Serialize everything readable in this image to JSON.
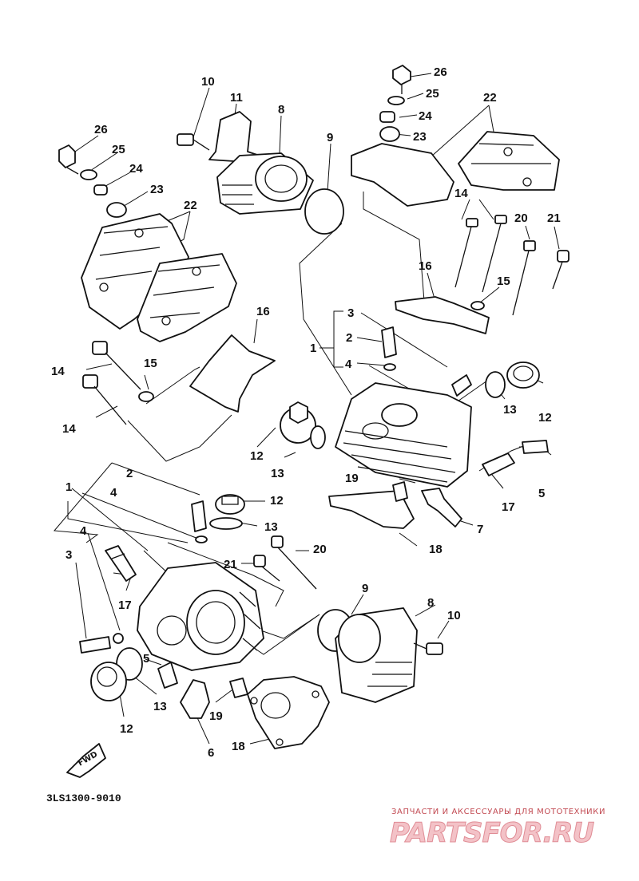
{
  "diagram": {
    "code": "3LS1300-9010",
    "fwd_label": "FWD",
    "callouts": [
      {
        "id": "c26a",
        "text": "26"
      },
      {
        "id": "c25a",
        "text": "25"
      },
      {
        "id": "c24a",
        "text": "24"
      },
      {
        "id": "c23a",
        "text": "23"
      },
      {
        "id": "c22a",
        "text": "22"
      },
      {
        "id": "c10a",
        "text": "10"
      },
      {
        "id": "c11",
        "text": "11"
      },
      {
        "id": "c8a",
        "text": "8"
      },
      {
        "id": "c9a",
        "text": "9"
      },
      {
        "id": "c26b",
        "text": "26"
      },
      {
        "id": "c25b",
        "text": "25"
      },
      {
        "id": "c24b",
        "text": "24"
      },
      {
        "id": "c23b",
        "text": "23"
      },
      {
        "id": "c22b",
        "text": "22"
      },
      {
        "id": "c14a",
        "text": "14"
      },
      {
        "id": "c20a",
        "text": "20"
      },
      {
        "id": "c21a",
        "text": "21"
      },
      {
        "id": "c16a",
        "text": "16"
      },
      {
        "id": "c15a",
        "text": "15"
      },
      {
        "id": "c3a",
        "text": "3"
      },
      {
        "id": "c2a",
        "text": "2"
      },
      {
        "id": "c1a",
        "text": "1"
      },
      {
        "id": "c4a",
        "text": "4"
      },
      {
        "id": "c13a",
        "text": "13"
      },
      {
        "id": "c12a",
        "text": "12"
      },
      {
        "id": "c16b",
        "text": "16"
      },
      {
        "id": "c14b",
        "text": "14"
      },
      {
        "id": "c15b",
        "text": "15"
      },
      {
        "id": "c14c",
        "text": "14"
      },
      {
        "id": "c12b",
        "text": "12"
      },
      {
        "id": "c13b",
        "text": "13"
      },
      {
        "id": "c5a",
        "text": "5"
      },
      {
        "id": "c17a",
        "text": "17"
      },
      {
        "id": "c19a",
        "text": "19"
      },
      {
        "id": "c7",
        "text": "7"
      },
      {
        "id": "c18a",
        "text": "18"
      },
      {
        "id": "c2b",
        "text": "2"
      },
      {
        "id": "c1b",
        "text": "1"
      },
      {
        "id": "c4b",
        "text": "4"
      },
      {
        "id": "c12c",
        "text": "12"
      },
      {
        "id": "c13c",
        "text": "13"
      },
      {
        "id": "c3b",
        "text": "3"
      },
      {
        "id": "c4c",
        "text": "4"
      },
      {
        "id": "c20b",
        "text": "20"
      },
      {
        "id": "c21b",
        "text": "21"
      },
      {
        "id": "c17b",
        "text": "17"
      },
      {
        "id": "c9b",
        "text": "9"
      },
      {
        "id": "c8b",
        "text": "8"
      },
      {
        "id": "c10b",
        "text": "10"
      },
      {
        "id": "c5b",
        "text": "5"
      },
      {
        "id": "c13d",
        "text": "13"
      },
      {
        "id": "c12d",
        "text": "12"
      },
      {
        "id": "c19b",
        "text": "19"
      },
      {
        "id": "c6",
        "text": "6"
      },
      {
        "id": "c18b",
        "text": "18"
      }
    ]
  },
  "watermark": {
    "tagline": "ЗАПЧАСТИ И АКСЕССУАРЫ ДЛЯ МОТОТЕХНИКИ",
    "brand": "PARTSFOR.RU",
    "color_dark": "#c24a52",
    "color_light": "#f3c2c7"
  }
}
